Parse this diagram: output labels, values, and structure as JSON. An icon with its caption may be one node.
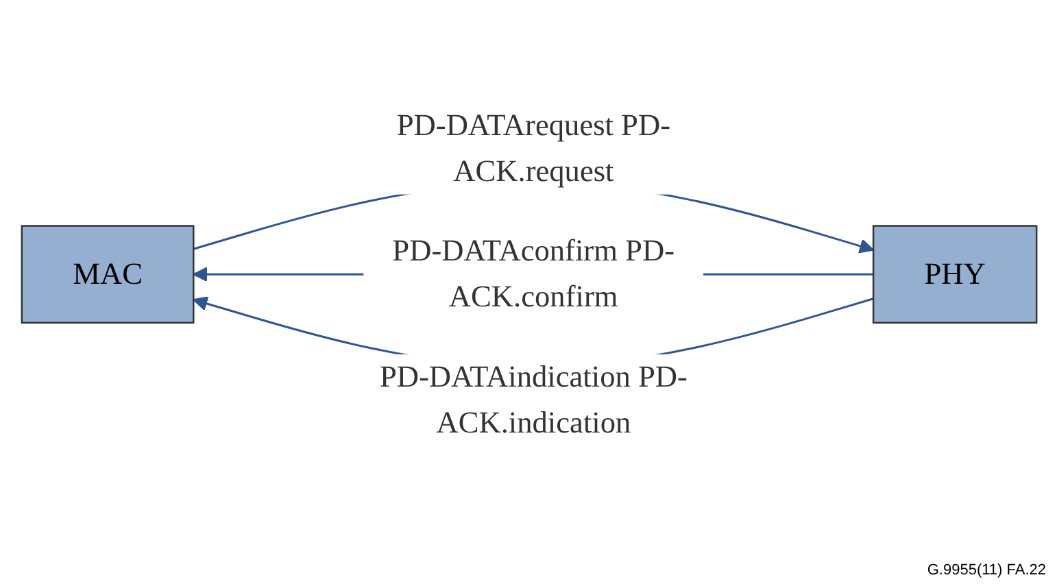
{
  "diagram": {
    "nodes": [
      {
        "text": [
          "MAC"
        ]
      },
      {
        "text": [
          "PHY"
        ]
      }
    ],
    "edges": [
      {
        "from": 0,
        "to": 1,
        "arrow": "to",
        "label": "PD-DATArequest PD-ACK.request"
      },
      {
        "from": 1,
        "to": 0,
        "arrow": "to",
        "label": "PD-DATAconfirm PD-ACK.confirm"
      },
      {
        "from": 1,
        "to": 0,
        "arrow": "to",
        "label": "PD-DATAindication PD-ACK.indication"
      }
    ],
    "labels": [
      "G.9955(11) FA.22"
    ]
  }
}
